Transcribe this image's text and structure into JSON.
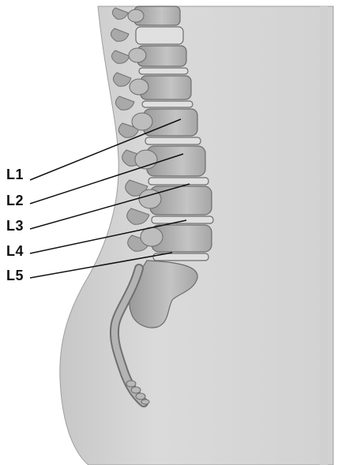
{
  "labels": {
    "l1": "L1",
    "l2": "L2",
    "l3": "L3",
    "l4": "L4",
    "l5": "L5"
  },
  "colors": {
    "background": "#ffffff",
    "body_fill": "#d6d6d6",
    "body_shadow": "#bdbdbd",
    "bone_fill": "#b0b0b0",
    "bone_dark": "#7a7a7a",
    "disc_fill": "#e2e2e2",
    "leader_line": "#111111"
  },
  "icons": [
    "torso-silhouette",
    "lumbar-spine",
    "sacrum",
    "coccyx"
  ]
}
